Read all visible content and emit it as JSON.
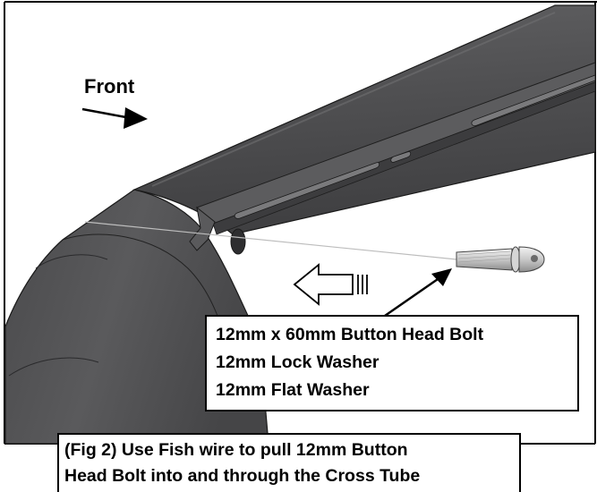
{
  "labels": {
    "front": "Front"
  },
  "parts_list": [
    "12mm x 60mm Button Head Bolt",
    "12mm Lock Washer",
    "12mm Flat Washer"
  ],
  "caption": {
    "line1": "(Fig 2) Use Fish wire to pull 12mm Button",
    "line2": "Head Bolt into and through the Cross Tube"
  },
  "colors": {
    "tube_body": "#4f4f51",
    "tube_highlight": "#6a6a6c",
    "tube_shadow": "#3a3a3c",
    "bolt": "#cfcfcf",
    "line": "#000000",
    "background": "#ffffff"
  },
  "icons": {
    "direction_arrow": "front-arrow-icon",
    "pull_arrow": "hollow-left-arrow-icon",
    "callout_arrow": "callout-arrow-icon"
  }
}
